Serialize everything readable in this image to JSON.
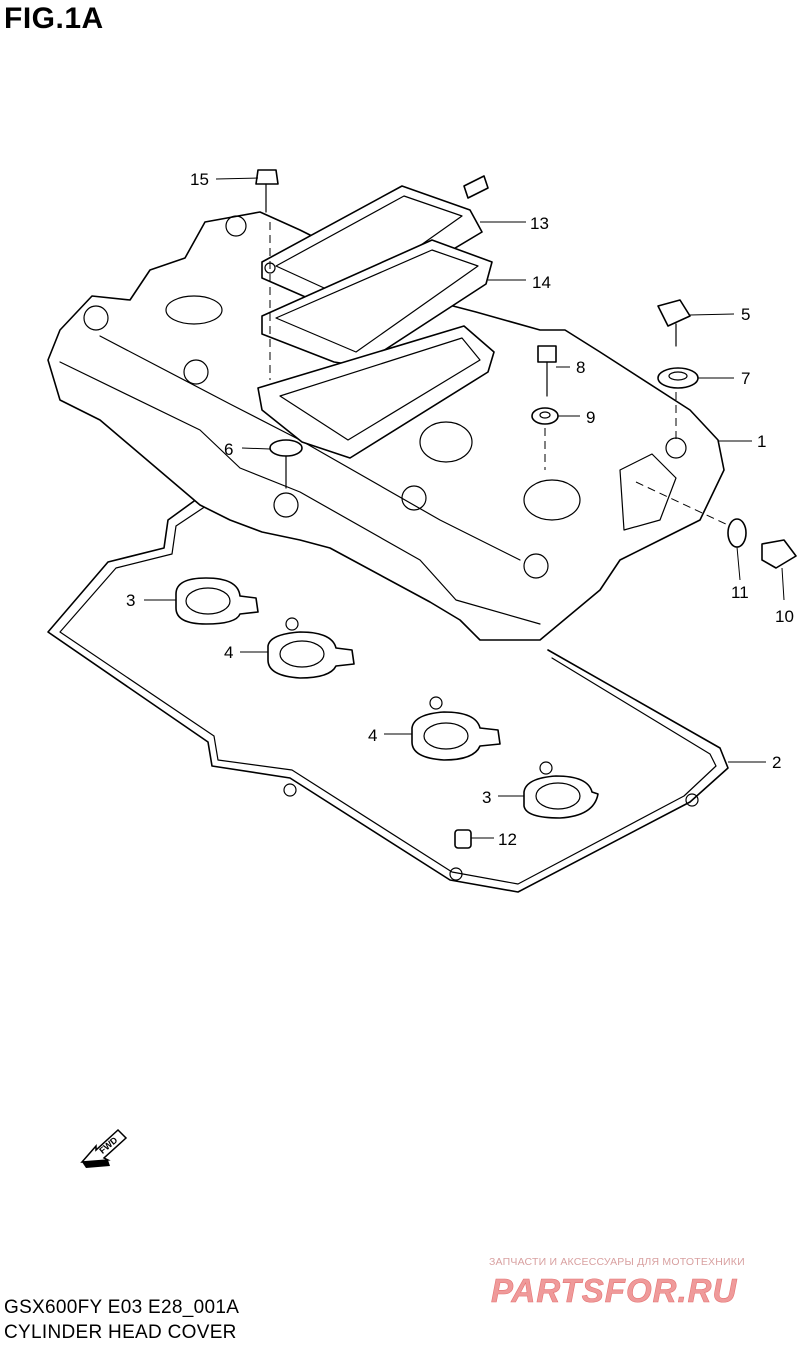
{
  "figure": {
    "title": "FIG.1A"
  },
  "callouts": [
    {
      "id": "c15",
      "number": "15"
    },
    {
      "id": "c13",
      "number": "13"
    },
    {
      "id": "c14",
      "number": "14"
    },
    {
      "id": "c5",
      "number": "5"
    },
    {
      "id": "c7",
      "number": "7"
    },
    {
      "id": "c8",
      "number": "8"
    },
    {
      "id": "c9",
      "number": "9"
    },
    {
      "id": "c1",
      "number": "1"
    },
    {
      "id": "c6",
      "number": "6"
    },
    {
      "id": "c11",
      "number": "11"
    },
    {
      "id": "c10",
      "number": "10"
    },
    {
      "id": "c3a",
      "number": "3"
    },
    {
      "id": "c4a",
      "number": "4"
    },
    {
      "id": "c4b",
      "number": "4"
    },
    {
      "id": "c2",
      "number": "2"
    },
    {
      "id": "c3b",
      "number": "3"
    },
    {
      "id": "c12",
      "number": "12"
    }
  ],
  "fwd_arrow": {
    "label": "FWD",
    "icon": "fwd-arrow-icon"
  },
  "footer": {
    "code": "GSX600FY E03 E28_001A",
    "name": "CYLINDER HEAD COVER"
  },
  "watermark": {
    "tagline": "ЗАПЧАСТИ И АКСЕССУАРЫ ДЛЯ МОТОТЕХНИКИ",
    "logo_text": "PARTSFOR.RU",
    "color": "#e58a8a"
  }
}
